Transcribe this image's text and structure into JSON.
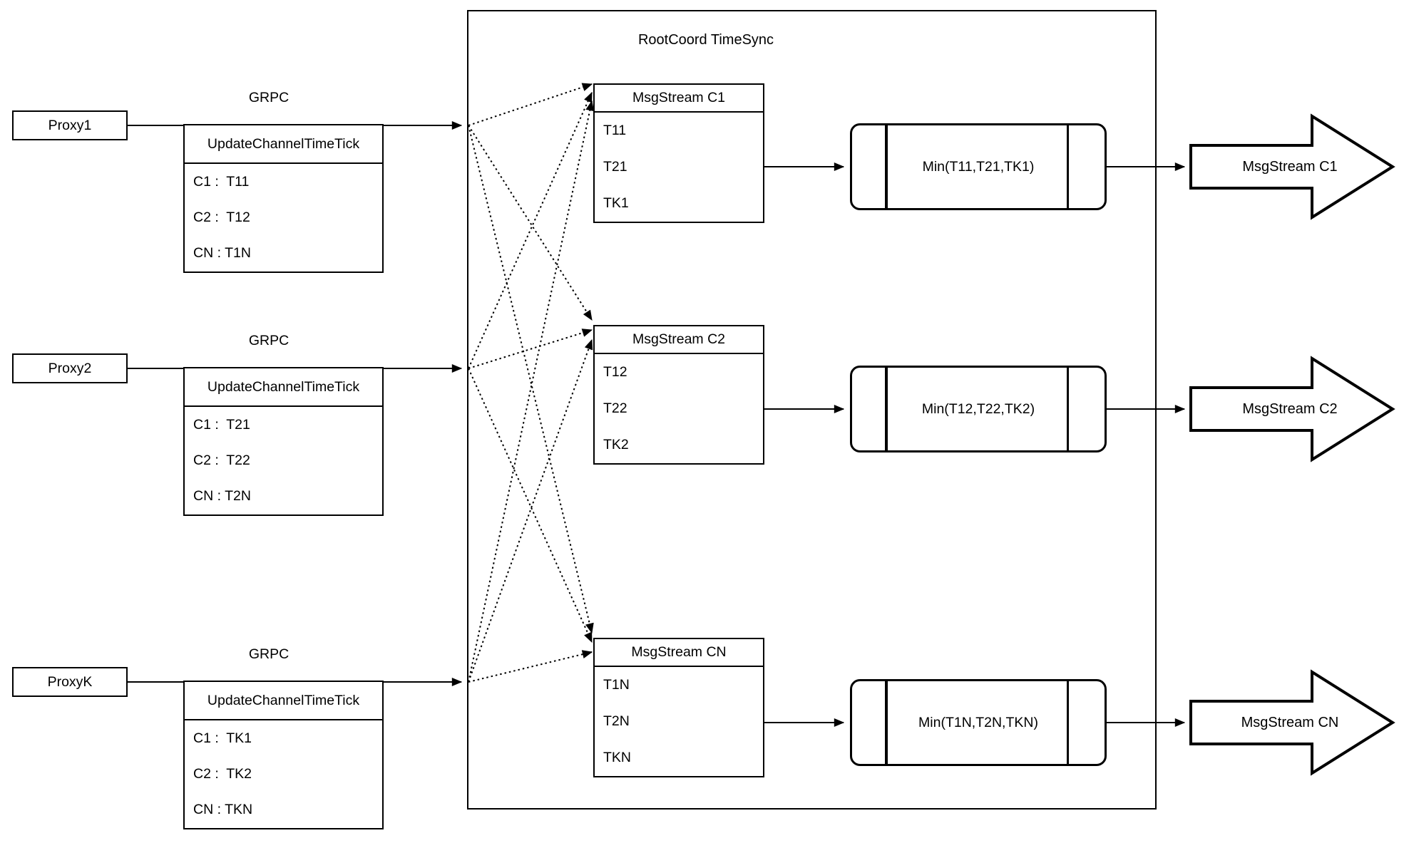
{
  "colors": {
    "background": "#ffffff",
    "line": "#000000"
  },
  "rootcoord": {
    "title": "RootCoord TimeSync"
  },
  "rows": [
    {
      "proxy_label": "Proxy1",
      "grpc_label": "GRPC",
      "update_table": {
        "header": "UpdateChannelTimeTick",
        "cells": [
          "C1 :  T11",
          "C2 :  T12",
          "CN : T1N"
        ]
      },
      "stream_table": {
        "header": "MsgStream C1",
        "cells": [
          "T11",
          "T21",
          "TK1"
        ]
      },
      "min_label": "Min(T11,T21,TK1)",
      "output_label": "MsgStream C1"
    },
    {
      "proxy_label": "Proxy2",
      "grpc_label": "GRPC",
      "update_table": {
        "header": "UpdateChannelTimeTick",
        "cells": [
          "C1 :  T21",
          "C2 :  T22",
          "CN : T2N"
        ]
      },
      "stream_table": {
        "header": "MsgStream C2",
        "cells": [
          "T12",
          "T22",
          "TK2"
        ]
      },
      "min_label": "Min(T12,T22,TK2)",
      "output_label": "MsgStream C2"
    },
    {
      "proxy_label": "ProxyK",
      "grpc_label": "GRPC",
      "update_table": {
        "header": "UpdateChannelTimeTick",
        "cells": [
          "C1 :  TK1",
          "C2 :  TK2",
          "CN : TKN"
        ]
      },
      "stream_table": {
        "header": "MsgStream CN",
        "cells": [
          "T1N",
          "T2N",
          "TKN"
        ]
      },
      "min_label": "Min(T1N,T2N,TKN)",
      "output_label": "MsgStream CN"
    }
  ]
}
